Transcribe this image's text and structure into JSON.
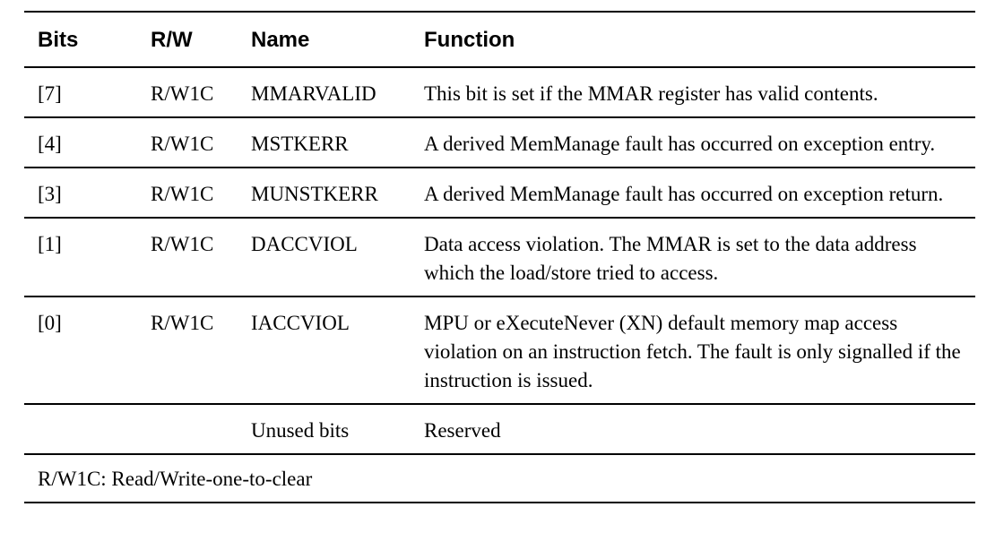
{
  "colors": {
    "background": "#ffffff",
    "text": "#000000",
    "rule": "#000000"
  },
  "table": {
    "headers": [
      "Bits",
      "R/W",
      "Name",
      "Function"
    ],
    "rows": [
      {
        "bits": "[7]",
        "rw": "R/W1C",
        "name": "MMARVALID",
        "function": "This bit is set if the MMAR register has valid contents."
      },
      {
        "bits": "[4]",
        "rw": "R/W1C",
        "name": "MSTKERR",
        "function": "A derived MemManage fault has occurred on exception entry."
      },
      {
        "bits": "[3]",
        "rw": "R/W1C",
        "name": "MUNSTKERR",
        "function": "A derived MemManage fault has occurred on exception return."
      },
      {
        "bits": "[1]",
        "rw": "R/W1C",
        "name": "DACCVIOL",
        "function": "Data access violation. The MMAR is set to the data address which the load/store tried to access."
      },
      {
        "bits": "[0]",
        "rw": "R/W1C",
        "name": "IACCVIOL",
        "function": "MPU or eXecuteNever (XN) default memory map access violation on an instruction fetch. The fault is only signalled if the instruction is issued."
      },
      {
        "bits": "",
        "rw": "",
        "name": "Unused bits",
        "function": "Reserved"
      }
    ],
    "footnote": "R/W1C: Read/Write-one-to-clear"
  }
}
